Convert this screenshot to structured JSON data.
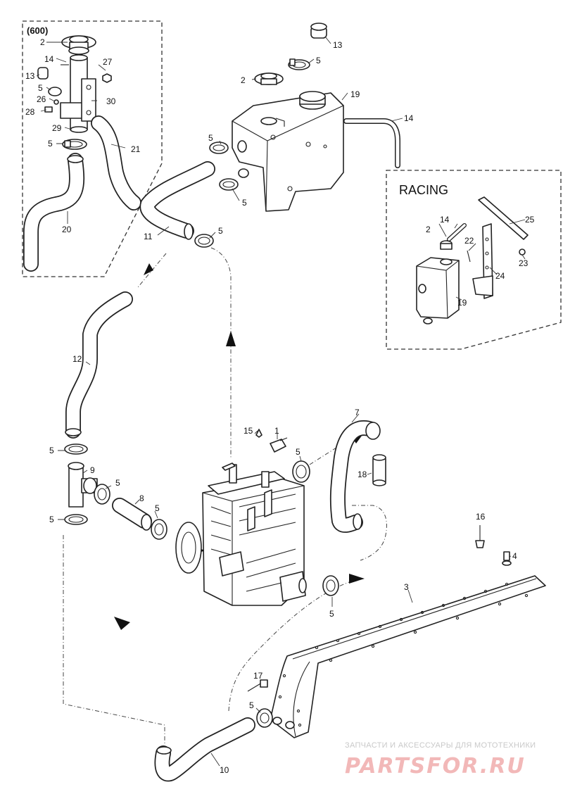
{
  "insets": {
    "model_600": {
      "label": "(600)"
    },
    "racing": {
      "label": "RACING"
    }
  },
  "callouts": {
    "c1": "1",
    "c2a": "2",
    "c2b": "2",
    "c2c": "2",
    "c3": "3",
    "c4": "4",
    "c5a": "5",
    "c5b": "5",
    "c5c": "5",
    "c5d": "5",
    "c5e": "5",
    "c5f": "5",
    "c5g": "5",
    "c5h": "5",
    "c5i": "5",
    "c5j": "5",
    "c5k": "5",
    "c5l": "5",
    "c7": "7",
    "c8": "8",
    "c9": "9",
    "c10": "10",
    "c11": "11",
    "c12": "12",
    "c13a": "13",
    "c13b": "13",
    "c14a": "14",
    "c14b": "14",
    "c14c": "14",
    "c15": "15",
    "c16": "16",
    "c17": "17",
    "c18": "18",
    "c19a": "19",
    "c19b": "19",
    "c20": "20",
    "c21": "21",
    "c22": "22",
    "c23": "23",
    "c24": "24",
    "c25": "25",
    "c26": "26",
    "c27": "27",
    "c28": "28",
    "c29": "29",
    "c30": "30"
  },
  "watermark": {
    "tagline": "ЗАПЧАСТИ И АКСЕССУАРЫ ДЛЯ МОТОТЕХНИКИ",
    "brand": "PARTSFOR.RU"
  }
}
